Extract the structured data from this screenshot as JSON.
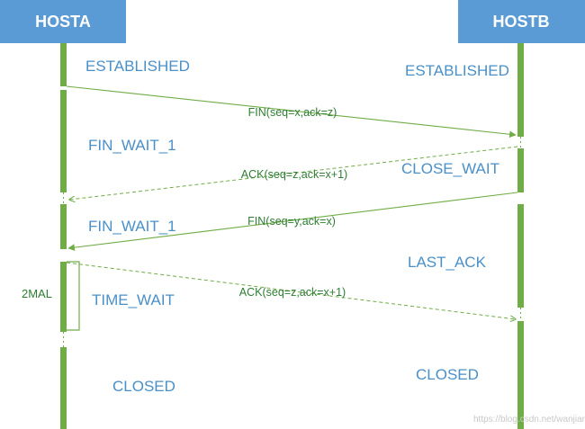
{
  "hosts": {
    "a": {
      "label": "HOSTA"
    },
    "b": {
      "label": "HOSTB"
    }
  },
  "states": {
    "a": [
      "ESTABLISHED",
      "FIN_WAIT_1",
      "FIN_WAIT_1",
      "TIME_WAIT",
      "CLOSED"
    ],
    "b": [
      "ESTABLISHED",
      "CLOSE_WAIT",
      "LAST_ACK",
      "CLOSED"
    ]
  },
  "messages": [
    {
      "label": "FIN(seq=x,ack=z)",
      "direction": "a-to-b",
      "style": "solid"
    },
    {
      "label": "ACK(seq=z,ack=x+1)",
      "direction": "b-to-a",
      "style": "dashed"
    },
    {
      "label": "FIN(seq=y,ack=x)",
      "direction": "b-to-a",
      "style": "solid"
    },
    {
      "label": "ACK(seq=z,ack=x+1)",
      "direction": "a-to-b",
      "style": "dashed"
    }
  ],
  "timer_label": "2MAL",
  "watermark": "https://blog.csdn.net/wanjiannei",
  "colors": {
    "host_box": "#5b9bd5",
    "lifeline": "#70ad47",
    "state_text": "#4a90c8",
    "message_text": "#2e7d32"
  }
}
